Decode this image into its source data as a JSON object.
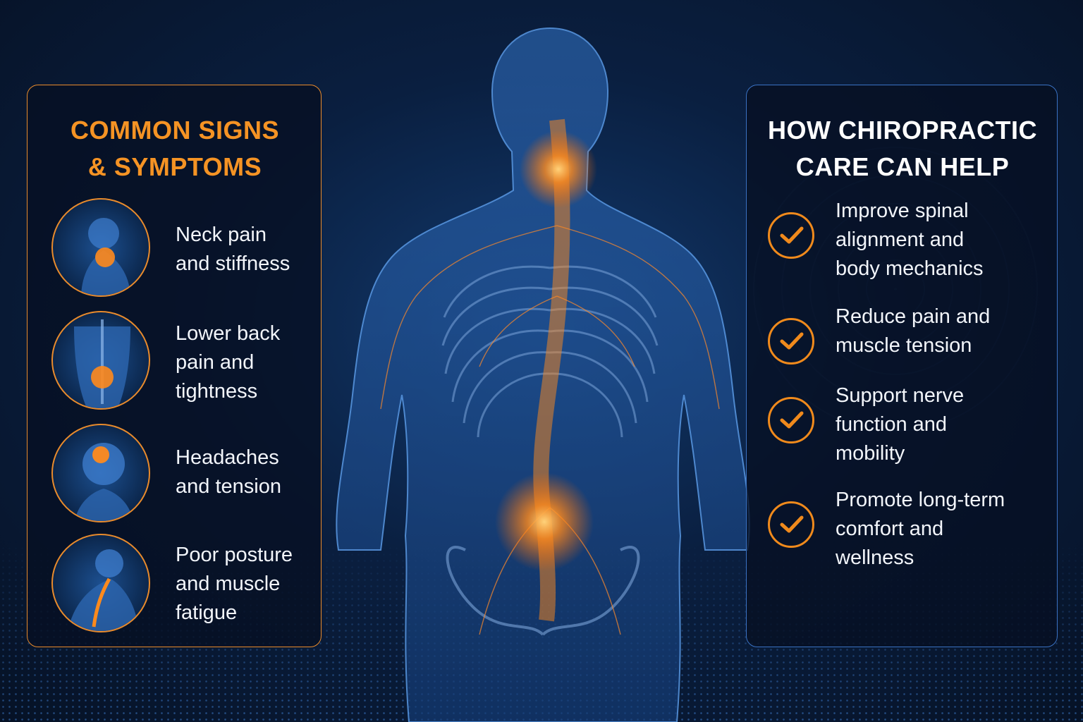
{
  "left_panel": {
    "title_line1": "COMMON SIGNS",
    "title_line2": "& SYMPTOMS",
    "items": [
      {
        "icon": "neck-pain-icon",
        "lines": [
          "Neck pain",
          "and stiffness"
        ]
      },
      {
        "icon": "lower-back-icon",
        "lines": [
          "Lower back",
          "pain and",
          "tightness"
        ]
      },
      {
        "icon": "headache-icon",
        "lines": [
          "Headaches",
          "and tension"
        ]
      },
      {
        "icon": "posture-icon",
        "lines": [
          "Poor posture",
          "and muscle",
          "fatigue"
        ]
      }
    ]
  },
  "right_panel": {
    "title_line1": "HOW CHIROPRACTIC",
    "title_line2": "CARE CAN HELP",
    "items": [
      {
        "icon": "checkmark-icon",
        "lines": [
          "Improve spinal",
          "alignment and",
          "body mechanics"
        ]
      },
      {
        "icon": "checkmark-icon",
        "lines": [
          "Reduce pain and",
          "muscle tension"
        ]
      },
      {
        "icon": "checkmark-icon",
        "lines": [
          "Support nerve",
          "function and",
          "mobility"
        ]
      },
      {
        "icon": "checkmark-icon",
        "lines": [
          "Promote long-term",
          "comfort and",
          "wellness"
        ]
      }
    ]
  },
  "colors": {
    "accent_orange": "#f59324",
    "panel_border_left": "#e98b2c",
    "panel_border_right": "#3a72c4",
    "background": "#0a1f40"
  }
}
